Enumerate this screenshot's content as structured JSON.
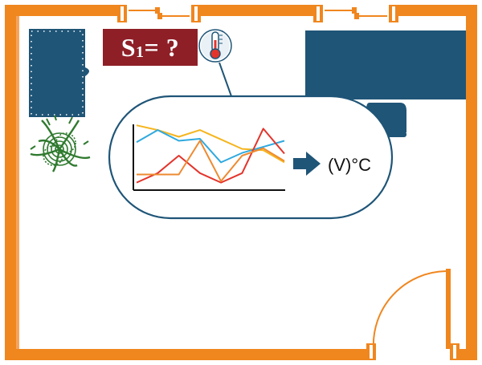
{
  "sensor": {
    "name": "S",
    "index": "1",
    "suffix": "= ?"
  },
  "output_unit": "(V)°C",
  "colors": {
    "wall": "#f0861e",
    "furniture": "#1f5577",
    "sensor_label_bg": "#8e1f27",
    "plant": "#2f7a2f"
  },
  "chart_data": {
    "type": "line",
    "x": [
      0,
      1,
      2,
      3,
      4,
      5,
      6,
      7
    ],
    "ylim": [
      0,
      10
    ],
    "series": [
      {
        "color": "#f5b51e",
        "values": [
          9.5,
          8.8,
          7.8,
          8.8,
          7.4,
          6.0,
          5.8,
          4.0
        ]
      },
      {
        "color": "#2fa9df",
        "values": [
          7.0,
          8.8,
          7.2,
          7.5,
          4.0,
          5.4,
          6.3,
          7.2
        ]
      },
      {
        "color": "#e3342b",
        "values": [
          1.0,
          2.4,
          5.0,
          2.4,
          1.0,
          2.4,
          9.0,
          5.3
        ]
      },
      {
        "color": "#ee8a30",
        "values": [
          2.2,
          2.2,
          2.2,
          7.2,
          1.2,
          5.0,
          6.1,
          4.2
        ]
      }
    ]
  }
}
